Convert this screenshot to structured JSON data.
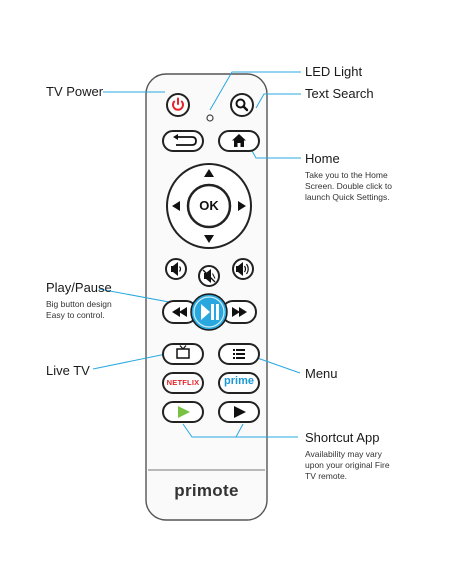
{
  "callouts": {
    "led": {
      "title": "LED Light"
    },
    "text_search": {
      "title": "Text Search"
    },
    "tv_power": {
      "title": "TV Power"
    },
    "home": {
      "title": "Home",
      "desc": [
        "Take you to the Home",
        "Screen. Double click to",
        "launch Quick Settings."
      ]
    },
    "play_pause": {
      "title": "Play/Pause",
      "desc": [
        "Big button design",
        "Easy to control."
      ]
    },
    "live_tv": {
      "title": "Live TV"
    },
    "menu": {
      "title": "Menu"
    },
    "shortcut": {
      "title": "Shortcut App",
      "desc": [
        "Availability may vary",
        "upon your original Fire",
        "TV remote."
      ]
    }
  },
  "remote": {
    "ok_label": "OK",
    "netflix_label": "NETFLIX",
    "prime_label": "prime",
    "brand_logo": "primote",
    "icons": [
      "power-icon",
      "search-icon",
      "back-icon",
      "home-icon",
      "dpad-up-icon",
      "dpad-down-icon",
      "dpad-left-icon",
      "dpad-right-icon",
      "volume-down-icon",
      "mute-icon",
      "volume-up-icon",
      "rewind-icon",
      "play-pause-icon",
      "fast-forward-icon",
      "tv-icon",
      "menu-icon",
      "play-green-icon",
      "play-dark-icon"
    ]
  },
  "colors": {
    "power": "#e4262a",
    "play_pause": "#29a8e0",
    "netflix": "#e4262a",
    "prime": "#1a98d5",
    "green": "#79c142"
  }
}
